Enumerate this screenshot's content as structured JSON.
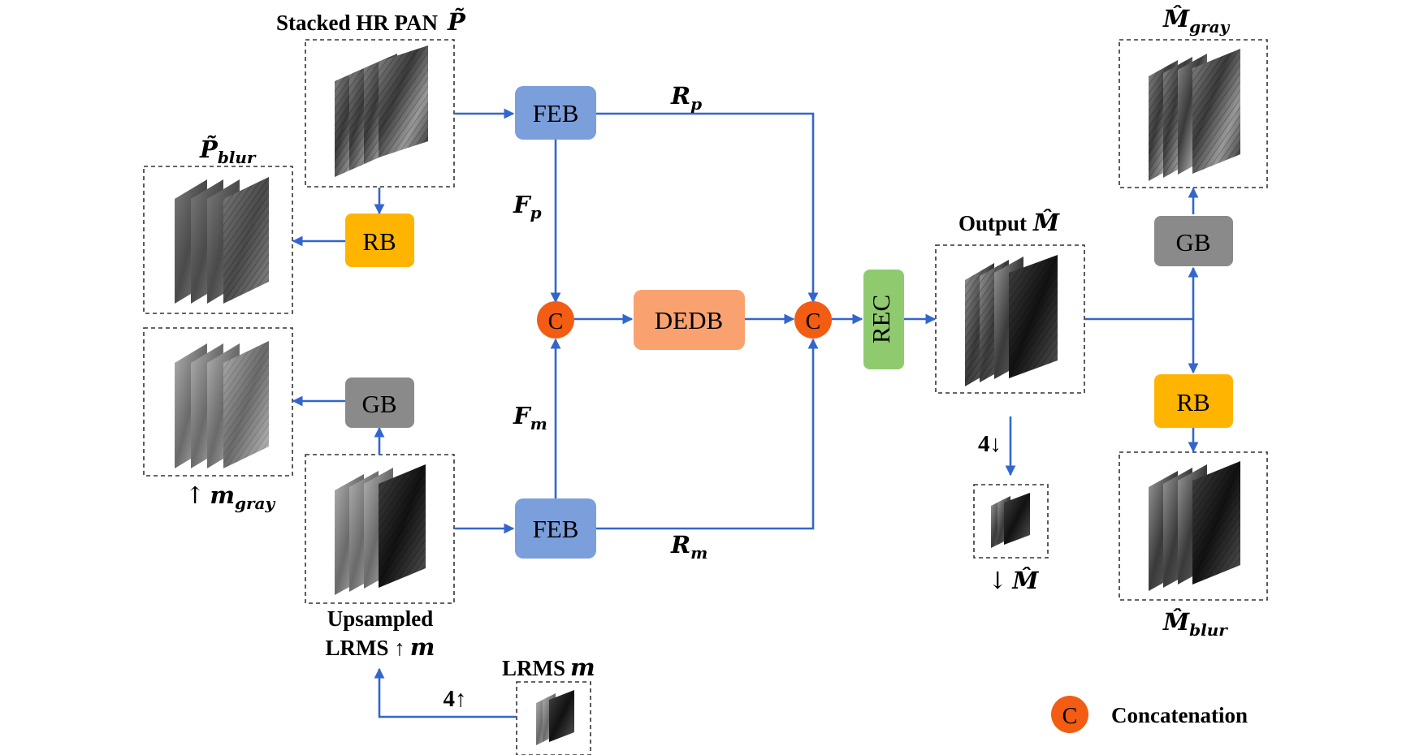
{
  "colors": {
    "arrow": "#3366CC",
    "feb": "#7B9FDB",
    "rb": "#FFB400",
    "gb": "#8A8A8A",
    "dedb": "#F9A270",
    "rec": "#8FCB6E",
    "concat": "#F25C13"
  },
  "blocks": {
    "feb_top": "FEB",
    "feb_bottom": "FEB",
    "rb_left": "RB",
    "gb_left": "GB",
    "dedb": "DEDB",
    "rec": "REC",
    "gb_right": "GB",
    "rb_right": "RB",
    "concat_symbol": "C"
  },
  "labels": {
    "stacked_pan": "Stacked HR PAN",
    "stacked_pan_symbol": "P̃",
    "p_blur_symbol": "P̃",
    "p_blur_sub": "blur",
    "m_gray_arrow": "↑",
    "m_gray_symbol": "m",
    "m_gray_sub": "gray",
    "upsampled_line1": "Upsampled",
    "upsampled_line2": "LRMS ↑",
    "upsampled_symbol": "m",
    "lrms": "LRMS",
    "lrms_symbol": "m",
    "upsample_factor": "4↑",
    "rp_symbol": "R",
    "rp_sub": "p",
    "fp_symbol": "F",
    "fp_sub": "p",
    "fm_symbol": "F",
    "fm_sub": "m",
    "rm_symbol": "R",
    "rm_sub": "m",
    "output": "Output",
    "output_symbol": "M̂",
    "downsample_factor": "4↓",
    "down_m_arrow": "↓",
    "down_m_symbol": "M̂",
    "m_gray_out_symbol": "M̂",
    "m_gray_out_sub": "gray",
    "m_blur_out_symbol": "M̂",
    "m_blur_out_sub": "blur"
  },
  "legend": {
    "symbol": "C",
    "label": "Concatenation"
  }
}
